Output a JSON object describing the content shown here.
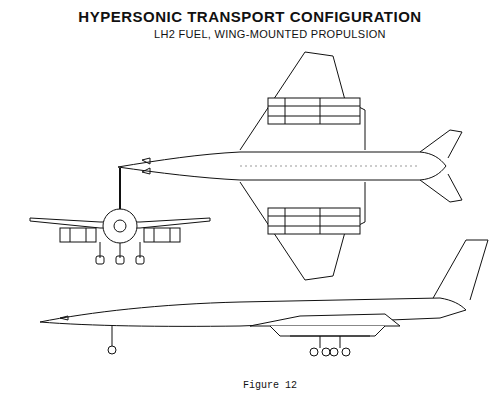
{
  "diagram": {
    "title": "HYPERSONIC TRANSPORT CONFIGURATION",
    "caption": "Figure 12",
    "labels": [
      "LH2 FUEL, WING-MOUNTED PROPULSION"
    ]
  }
}
